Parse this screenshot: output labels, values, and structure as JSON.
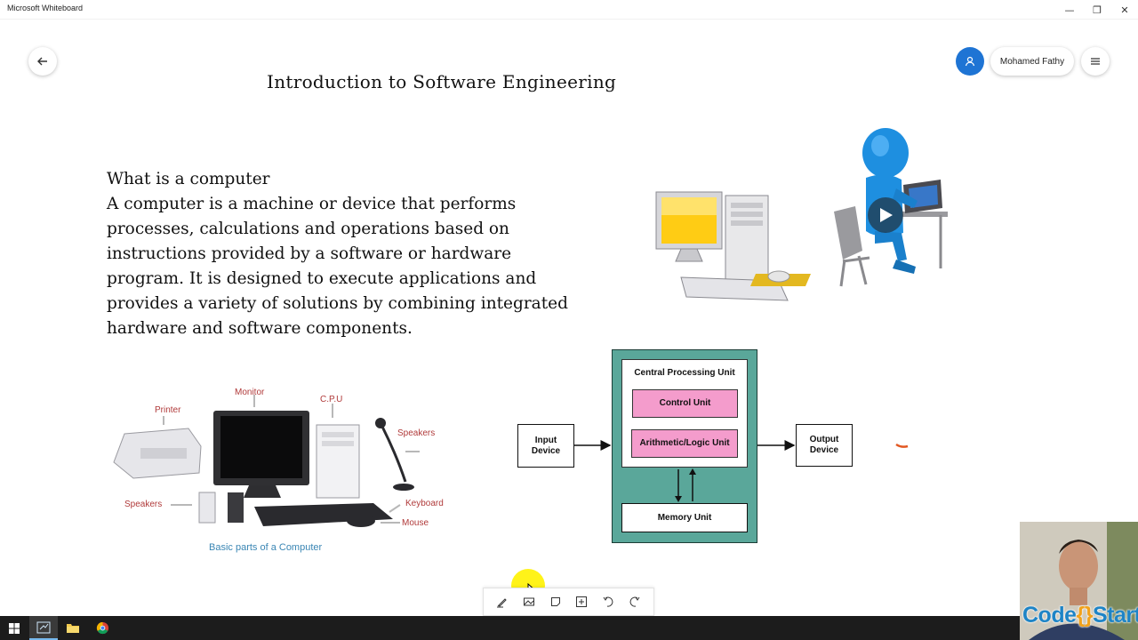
{
  "window": {
    "title": "Microsoft Whiteboard",
    "minimize_glyph": "—",
    "restore_glyph": "❐",
    "close_glyph": "✕"
  },
  "header": {
    "user_name": "Mohamed Fathy",
    "back_icon": "back-arrow-icon",
    "user_icon": "person-icon",
    "menu_icon": "hamburger-menu-icon"
  },
  "board": {
    "title": "Introduction to Software Engineering",
    "heading": "What is a computer",
    "body_lines": [
      "A computer is a machine or device that performs",
      "processes, calculations and operations based on",
      "instructions provided by a software or hardware",
      "program. It is designed to execute applications and",
      "provides a variety of solutions by combining integrated",
      "hardware and software components."
    ]
  },
  "parts_image": {
    "labels": {
      "printer": "Printer",
      "monitor": "Monitor",
      "cpu": "C.P.U",
      "speakers_right": "Speakers",
      "speakers_left": "Speakers",
      "keyboard": "Keyboard",
      "mouse": "Mouse"
    },
    "caption": "Basic parts of a Computer"
  },
  "cpu_diagram": {
    "input": "Input Device",
    "cpu_title": "Central Processing Unit",
    "control_unit": "Control Unit",
    "alu": "Arithmetic/Logic Unit",
    "memory": "Memory Unit",
    "output": "Output Device",
    "colors": {
      "cpu_fill": "#5aa79a",
      "unit_fill": "#f49ccc"
    }
  },
  "toolbar": {
    "tools": [
      "pen-icon",
      "image-icon",
      "sticky-note-icon",
      "add-icon",
      "undo-icon",
      "redo-icon"
    ]
  },
  "branding": {
    "logo_part1": "Code",
    "logo_brace": "{}",
    "logo_part2": "Start"
  },
  "taskbar": {
    "items": [
      "windows-start-icon",
      "whiteboard-app-icon",
      "file-explorer-icon",
      "chrome-icon"
    ]
  },
  "colors": {
    "accent": "#1e74d4",
    "taskbar": "#1c1c1c"
  }
}
